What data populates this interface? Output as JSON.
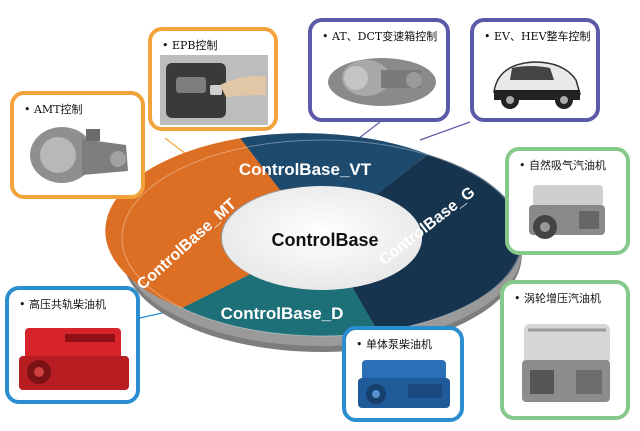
{
  "center": {
    "label": "ControlBase"
  },
  "segments": {
    "vt": {
      "label": "ControlBase_VT",
      "color": "#1e4a6e"
    },
    "mt": {
      "label": "ControlBase_MT",
      "color": "#dd6f24"
    },
    "g": {
      "label": "ControlBase_G",
      "color": "#16344d"
    },
    "d": {
      "label": "ControlBase_D",
      "color": "#1d6f78"
    }
  },
  "cards": {
    "epb": {
      "label": "• EPB控制",
      "color": "#f2a33c"
    },
    "at_dct": {
      "label": "• AT、DCT变速箱控制",
      "color": "#5b5aa8"
    },
    "ev_hev": {
      "label": "• EV、HEV整车控制",
      "color": "#5b5aa8"
    },
    "amt": {
      "label": "• AMT控制",
      "color": "#f2a33c"
    },
    "na_gas": {
      "label": "• 自然吸气汽油机",
      "color": "#86c98a"
    },
    "turbo_gas": {
      "label": "• 涡轮增压汽油机",
      "color": "#86c98a"
    },
    "rail_diesel": {
      "label": "• 高压共轨柴油机",
      "color": "#2a8ed0"
    },
    "unit_pump_diesel": {
      "label": "• 单体泵柴油机",
      "color": "#2a8ed0"
    }
  }
}
